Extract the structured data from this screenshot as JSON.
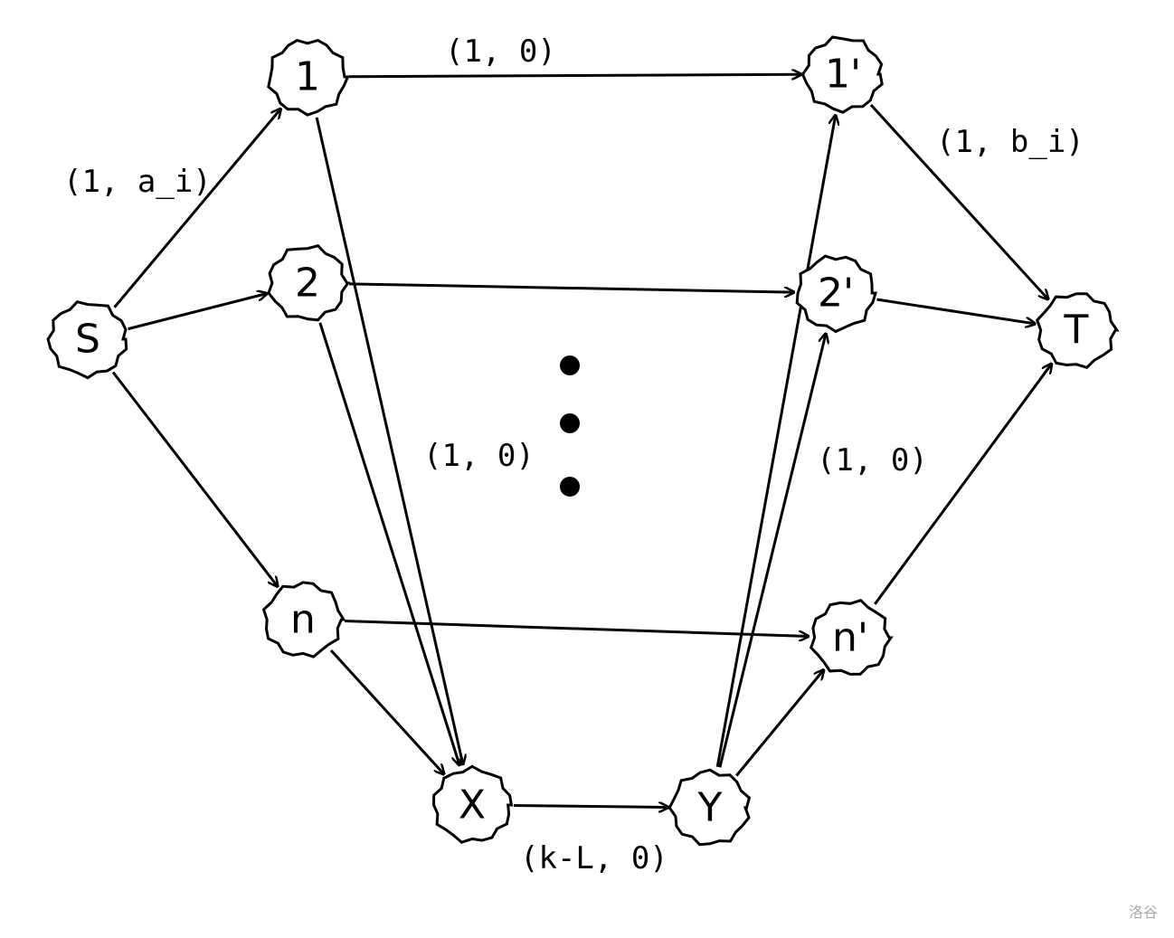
{
  "diagram": {
    "nodes": [
      {
        "id": "S",
        "label": "S"
      },
      {
        "id": "1",
        "label": "1"
      },
      {
        "id": "2",
        "label": "2"
      },
      {
        "id": "n",
        "label": "n"
      },
      {
        "id": "X",
        "label": "X"
      },
      {
        "id": "Y",
        "label": "Y"
      },
      {
        "id": "1p",
        "label": "1'"
      },
      {
        "id": "2p",
        "label": "2'"
      },
      {
        "id": "np",
        "label": "n'"
      },
      {
        "id": "T",
        "label": "T"
      }
    ],
    "edges": [
      {
        "from": "S",
        "to": "1"
      },
      {
        "from": "S",
        "to": "2"
      },
      {
        "from": "S",
        "to": "n"
      },
      {
        "from": "1",
        "to": "1p"
      },
      {
        "from": "2",
        "to": "2p"
      },
      {
        "from": "n",
        "to": "np"
      },
      {
        "from": "1",
        "to": "X"
      },
      {
        "from": "2",
        "to": "X"
      },
      {
        "from": "n",
        "to": "X"
      },
      {
        "from": "X",
        "to": "Y"
      },
      {
        "from": "Y",
        "to": "1p"
      },
      {
        "from": "Y",
        "to": "2p"
      },
      {
        "from": "Y",
        "to": "np"
      },
      {
        "from": "1p",
        "to": "T"
      },
      {
        "from": "2p",
        "to": "T"
      },
      {
        "from": "np",
        "to": "T"
      }
    ],
    "edge_labels": {
      "top": "(1, 0)",
      "source": "(1, a_i)",
      "sink": "(1, b_i)",
      "to_x": "(1, 0)",
      "from_y": "(1, 0)",
      "x_to_y": "(k-L, 0)"
    },
    "ellipsis": "⋮"
  },
  "watermark": "洛谷"
}
